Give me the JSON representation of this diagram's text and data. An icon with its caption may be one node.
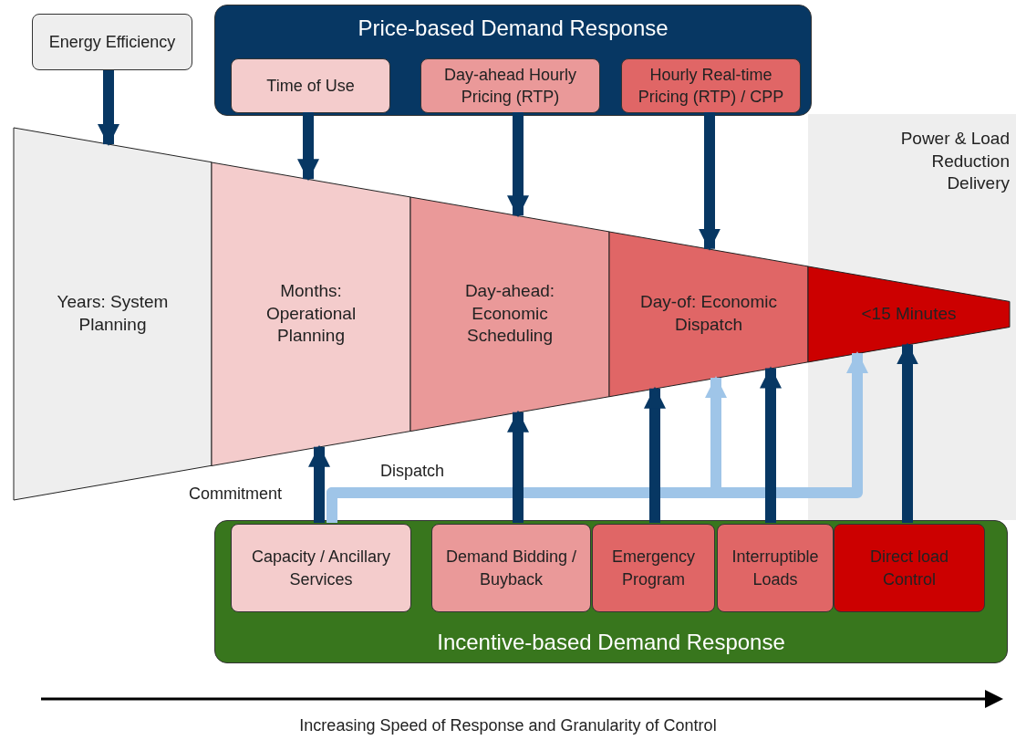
{
  "diagram": {
    "nodes": [
      {
        "text": [
          "Energy Efficiency"
        ]
      },
      {
        "text": [
          "Price-based Demand Response"
        ]
      },
      {
        "text": [
          "Time of Use"
        ],
        "in": 1
      },
      {
        "text": [
          "Day-ahead Hourly Pricing (RTP)"
        ],
        "in": 1
      },
      {
        "text": [
          "Hourly Real-time Pricing (RTP) / CPP"
        ],
        "in": 1
      },
      {
        "text": [
          "Years: System Planning"
        ]
      },
      {
        "text": [
          "Months: Operational Planning"
        ]
      },
      {
        "text": [
          "Day-ahead: Economic Scheduling"
        ]
      },
      {
        "text": [
          "Day-of: Economic Dispatch"
        ]
      },
      {
        "text": [
          "<15 Minutes"
        ]
      },
      {
        "text": [
          "Power & Load Reduction Delivery"
        ]
      },
      {
        "text": [
          "Incentive-based Demand Response"
        ]
      },
      {
        "text": [
          "Capacity / Ancillary Services"
        ],
        "in": 11
      },
      {
        "text": [
          "Demand Bidding / Buyback"
        ],
        "in": 11
      },
      {
        "text": [
          "Emergency Program"
        ],
        "in": 11
      },
      {
        "text": [
          "Interruptible Loads"
        ],
        "in": 11
      },
      {
        "text": [
          "Direct load Control"
        ],
        "in": 11
      }
    ],
    "edges": [
      {
        "from": 0,
        "to": 5,
        "arrow": "to"
      },
      {
        "from": 2,
        "to": 6,
        "arrow": "to"
      },
      {
        "from": 3,
        "to": 7,
        "arrow": "to"
      },
      {
        "from": 4,
        "to": 8,
        "arrow": "to"
      },
      {
        "from": 12,
        "to": 6,
        "arrow": "to",
        "label": "Commitment"
      },
      {
        "from": 13,
        "to": 7,
        "arrow": "to"
      },
      {
        "from": 14,
        "to": 8,
        "arrow": "to"
      },
      {
        "from": 15,
        "to": 8,
        "arrow": "to"
      },
      {
        "from": 16,
        "to": 9,
        "arrow": "to"
      },
      {
        "from": 12,
        "to": 8,
        "arrow": "to",
        "label": "Dispatch",
        "color": "#9fc5e8"
      },
      {
        "from": 12,
        "to": 9,
        "arrow": "to",
        "color": "#9fc5e8"
      }
    ],
    "labels": [
      "Increasing Speed of Response and Granularity of Control"
    ]
  }
}
